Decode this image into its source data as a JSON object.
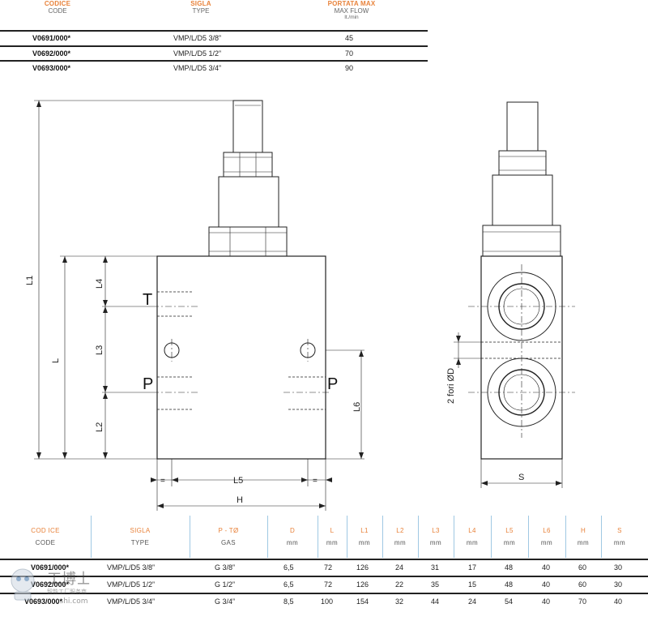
{
  "top_table": {
    "headers": {
      "code_it": "CODICE",
      "code_en": "CODE",
      "type_it": "SIGLA",
      "type_en": "TYPE",
      "flow_it": "PORTATA MAX",
      "flow_en": "MAX FLOW",
      "flow_unit": "lt./min"
    },
    "rows": [
      {
        "code": "V0691/000*",
        "type": "VMP/L/D5 3/8”",
        "flow": "45"
      },
      {
        "code": "V0692/000*",
        "type": "VMP/L/D5 1/2”",
        "flow": "70"
      },
      {
        "code": "V0693/000*",
        "type": "VMP/L/D5 3/4”",
        "flow": "90"
      }
    ]
  },
  "drawing": {
    "labels": {
      "L1": "L1",
      "L": "L",
      "L4": "L4",
      "L3": "L3",
      "L2": "L2",
      "L5": "L5",
      "L6": "L6",
      "H": "H",
      "S": "S",
      "T": "T",
      "P_left": "P",
      "P_right": "P",
      "eq_left": "=",
      "eq_right": "=",
      "holes": "2 fori ØD"
    }
  },
  "bottom_table": {
    "headers": [
      {
        "it": "COD ICE",
        "en": "CODE"
      },
      {
        "it": "SIGLA",
        "en": "TYPE"
      },
      {
        "it": "P - TØ",
        "en": "GAS"
      },
      {
        "it": "D",
        "en": "mm"
      },
      {
        "it": "L",
        "en": "mm"
      },
      {
        "it": "L1",
        "en": "mm"
      },
      {
        "it": "L2",
        "en": "mm"
      },
      {
        "it": "L3",
        "en": "mm"
      },
      {
        "it": "L4",
        "en": "mm"
      },
      {
        "it": "L5",
        "en": "mm"
      },
      {
        "it": "L6",
        "en": "mm"
      },
      {
        "it": "H",
        "en": "mm"
      },
      {
        "it": "S",
        "en": "mm"
      }
    ],
    "rows": [
      [
        "V0691/000*",
        "VMP/L/D5 3/8”",
        "G 3/8”",
        "6,5",
        "72",
        "126",
        "24",
        "31",
        "17",
        "48",
        "40",
        "60",
        "30"
      ],
      [
        "V0692/000*",
        "VMP/L/D5 1/2”",
        "G 1/2”",
        "6,5",
        "72",
        "126",
        "22",
        "35",
        "15",
        "48",
        "40",
        "60",
        "30"
      ],
      [
        "V0693/000*",
        "VMP/L/D5 3/4”",
        "G 3/4”",
        "8,5",
        "100",
        "154",
        "32",
        "44",
        "24",
        "54",
        "40",
        "70",
        "40"
      ]
    ]
  },
  "watermark": {
    "title": "工博士",
    "subtitle": "智能工厂服务商",
    "url": "oshi.com"
  },
  "colors": {
    "header_orange": "#e8823a",
    "divider_blue": "#9fc8e3",
    "line": "#222222"
  }
}
